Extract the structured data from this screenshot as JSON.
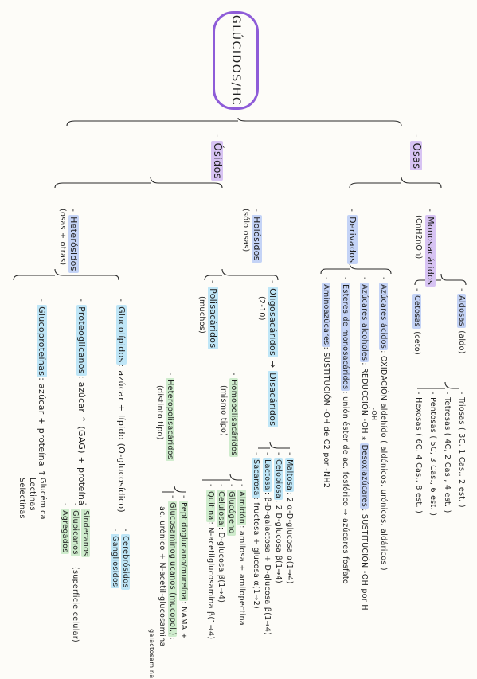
{
  "title": "GLÚCIDOS/HC",
  "branches": {
    "osidos": "Ósidos",
    "osas": "Osas"
  },
  "osidos": {
    "heterosidos": {
      "label": "Heterósidos",
      "note": "(osas + otras)"
    },
    "holosidos": {
      "label": "Holósidos",
      "note": "(sólo osas)"
    },
    "glucoproteinas": {
      "label": "Glucoproteínas",
      "text": ": azúcar + proteína ↑"
    },
    "glucoproteinas_types": [
      "Glucémica",
      "Lectinas",
      "Selectinas"
    ],
    "proteoglicanos": {
      "label": "Proteoglicanos",
      "text": ": azúcar ↑ (GAG) + proteína"
    },
    "proteoglicanos_types": [
      "Sindecanos",
      "Glupicanos",
      "Agregados"
    ],
    "proteoglicanos_note": "(superficie celular)",
    "glucolipidos": {
      "label": "Glucolípidos",
      "text": ": azúcar + lípido (O-glucosídico)"
    },
    "glucolipidos_types": [
      "Cerebrósidos",
      "Gangliósidos"
    ],
    "polisacaridos": {
      "label": "Polisacáridos",
      "note": "(muchos)"
    },
    "oligosacaridos": {
      "label": "Oligosacáridos",
      "note": "(2-10)",
      "arrow": "→",
      "disacaridos": "Disacáridos"
    },
    "disacaridos_items": [
      {
        "label": "Maltosa",
        "text": ": 2 α-D-glucosa α(1→4)"
      },
      {
        "label": "Celobiosa",
        "text": ": 2 D-glucosa β(1→4)"
      },
      {
        "label": "Lactosa",
        "text": ": β-D-galactosa + D-glucosa β(1→4)"
      },
      {
        "label": "Sacarosa",
        "text": ": fructosa + glucosa α(1→2)"
      }
    ],
    "homopolisacaridos": {
      "label": "Homopolisacáridos",
      "note": "(mismo tipo)"
    },
    "homopolisacaridos_items": [
      {
        "label": "Almidón",
        "text": ": amilosa + amilopectina"
      },
      {
        "label": "Glucógeno",
        "text": ""
      },
      {
        "label": "Celulosa",
        "text": ": D-glucosa β(1→4)"
      },
      {
        "label": "Quitina",
        "text": ": N-acetilglucosamina β(1→4)"
      }
    ],
    "heteropolisacaridos": {
      "label": "Heteropolisacáridos",
      "note": "(distinto tipo)"
    },
    "heteropolisacaridos_items": [
      {
        "label": "Peptidoglucano/mureína",
        "text": ": NAMA +"
      },
      {
        "label": "Glucosaminoglucanos (mucopol.)",
        "text": ":"
      }
    ],
    "gag_text": "ac. urónico + N-acetil-glucosamina",
    "gag_text2": "galactosamina"
  },
  "osas": {
    "derivados": "Derivados",
    "monosacaridos": {
      "label": "Monosacáridos",
      "formula": "(CnH2nOn)"
    },
    "derivados_items": [
      {
        "label": "Azúcares ácidos",
        "text": ": OXIDACIÓN aldehído ( aldónicos, urónicos, aldáricos )",
        "sub": "-OH"
      },
      {
        "label": "Azúcares alcoholes",
        "text": ": REDUCCIÓN -OH",
        "extra_label": "Desoxiazúcares",
        "extra_text": ": SUSTITUCIÓN -OH por H"
      },
      {
        "label": "Ésteres de monosacáridos",
        "text": ": unión éster de ac. fosfórico ⇒ azúcares fosfato"
      },
      {
        "label": "Aminoazúcares",
        "text": ": SUSTITUCIÓN -OH de C2 por -NH2"
      }
    ],
    "aldosas": {
      "label": "Aldosas",
      "note": "(aldo)"
    },
    "cetosas": {
      "label": "Cetosas",
      "note": "(ceto)"
    },
    "carbon_types": [
      {
        "label": "Triosas",
        "text": "( 3C, 1 Cas., 2 est. )"
      },
      {
        "label": "Tetrosas",
        "text": "( 4C, 2 Cas., 4 est. )"
      },
      {
        "label": "Pentosas",
        "text": "( 5C, 3 Cas., 6 est. )"
      },
      {
        "label": "Hexosas",
        "text": "( 6C, 4 Cas., 8 est. )"
      }
    ]
  },
  "colors": {
    "title_border": "#8e5cd8",
    "purple_highlight": "#d7c3f3",
    "blue_highlight": "#c4d3f6",
    "cyan_highlight": "#bfe6f7",
    "green_highlight": "#cfeccd"
  }
}
